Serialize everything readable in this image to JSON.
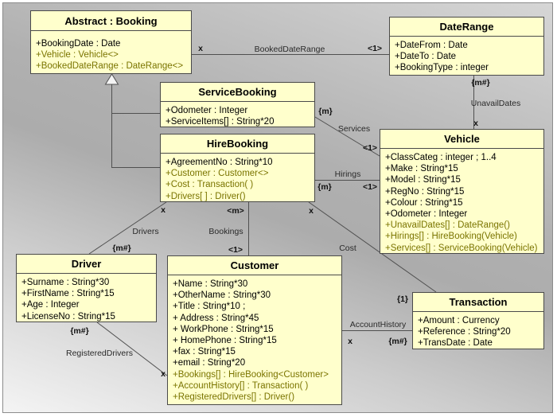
{
  "colors": {
    "class_fill": "#ffffcc",
    "class_border": "#4a4a4a",
    "attribute_text": "#000000",
    "reference_attribute_text": "#7a7400",
    "connector_line": "#505050",
    "generalization_arrow_fill": "#f4f4f4"
  },
  "classes": {
    "booking": {
      "name": "Abstract : Booking",
      "attributes": [
        "+BookingDate : Date"
      ],
      "references": [
        "+Vehicle : Vehicle<>",
        "+BookedDateRange : DateRange<>"
      ]
    },
    "date_range": {
      "name": "DateRange",
      "attributes": [
        "+DateFrom : Date",
        "+DateTo : Date",
        "+BookingType : integer"
      ]
    },
    "service_booking": {
      "name": "ServiceBooking",
      "attributes": [
        "+Odometer : Integer",
        "+ServiceItems[] : String*20"
      ]
    },
    "hire_booking": {
      "name": "HireBooking",
      "attributes": [
        "+AgreementNo : String*10"
      ],
      "references": [
        "+Customer : Customer<>",
        "+Cost : Transaction( )",
        "+Drivers[ ] : Driver()"
      ]
    },
    "vehicle": {
      "name": "Vehicle",
      "attributes": [
        "+ClassCateg : integer ; 1..4",
        "+Make : String*15",
        "+Model : String*15",
        "+RegNo : String*15",
        "+Colour : String*15",
        "+Odometer : Integer"
      ],
      "references": [
        "+UnavailDates[] : DateRange()",
        "+Hirings[] : HireBooking(Vehicle)",
        "+Services[] : ServiceBooking(Vehicle)"
      ]
    },
    "driver": {
      "name": "Driver",
      "attributes": [
        "+Surname : String*30",
        "+FirstName : String*15",
        "+Age : Integer",
        "+LicenseNo : String*15"
      ]
    },
    "customer": {
      "name": "Customer",
      "attributes": [
        "+Name : String*30",
        "+OtherName : String*30",
        "+Title : String*10 ;",
        "+ Address : String*45",
        "+ WorkPhone : String*15",
        "+ HomePhone : String*15",
        "+fax : String*15",
        "+email : String*20"
      ],
      "references": [
        "+Bookings[] : HireBooking<Customer>",
        "+AccountHistory[] : Transaction( )",
        "+RegisteredDrivers[] : Driver()"
      ]
    },
    "transaction": {
      "name": "Transaction",
      "attributes": [
        "+Amount : Currency",
        "+Reference : String*20",
        "+TransDate : Date"
      ]
    }
  },
  "associations": {
    "booked_date_range": {
      "label": "BookedDateRange",
      "booking_end": "x",
      "date_range_end": "<1>"
    },
    "unavail_dates": {
      "label": "UnavailDates",
      "date_range_end": "{m#}",
      "vehicle_end": "x"
    },
    "services": {
      "label": "Services",
      "service_booking_end": "{m}",
      "vehicle_end": "<1>"
    },
    "hirings": {
      "label": "Hirings",
      "hire_booking_end": "{m}",
      "vehicle_end": "<1>"
    },
    "drivers": {
      "label": "Drivers",
      "hire_booking_end": "x",
      "driver_end": "{m#}"
    },
    "bookings": {
      "label": "Bookings",
      "hire_booking_end": "<m>",
      "customer_end": "<1>"
    },
    "cost": {
      "label": "Cost",
      "hire_booking_end": "x",
      "transaction_end": "{1}"
    },
    "account_history": {
      "label": "AccountHistory",
      "customer_end": "x",
      "transaction_end": "{m#}"
    },
    "registered_drivers": {
      "label": "RegisteredDrivers",
      "driver_end": "{m#}",
      "customer_end": "x"
    }
  }
}
